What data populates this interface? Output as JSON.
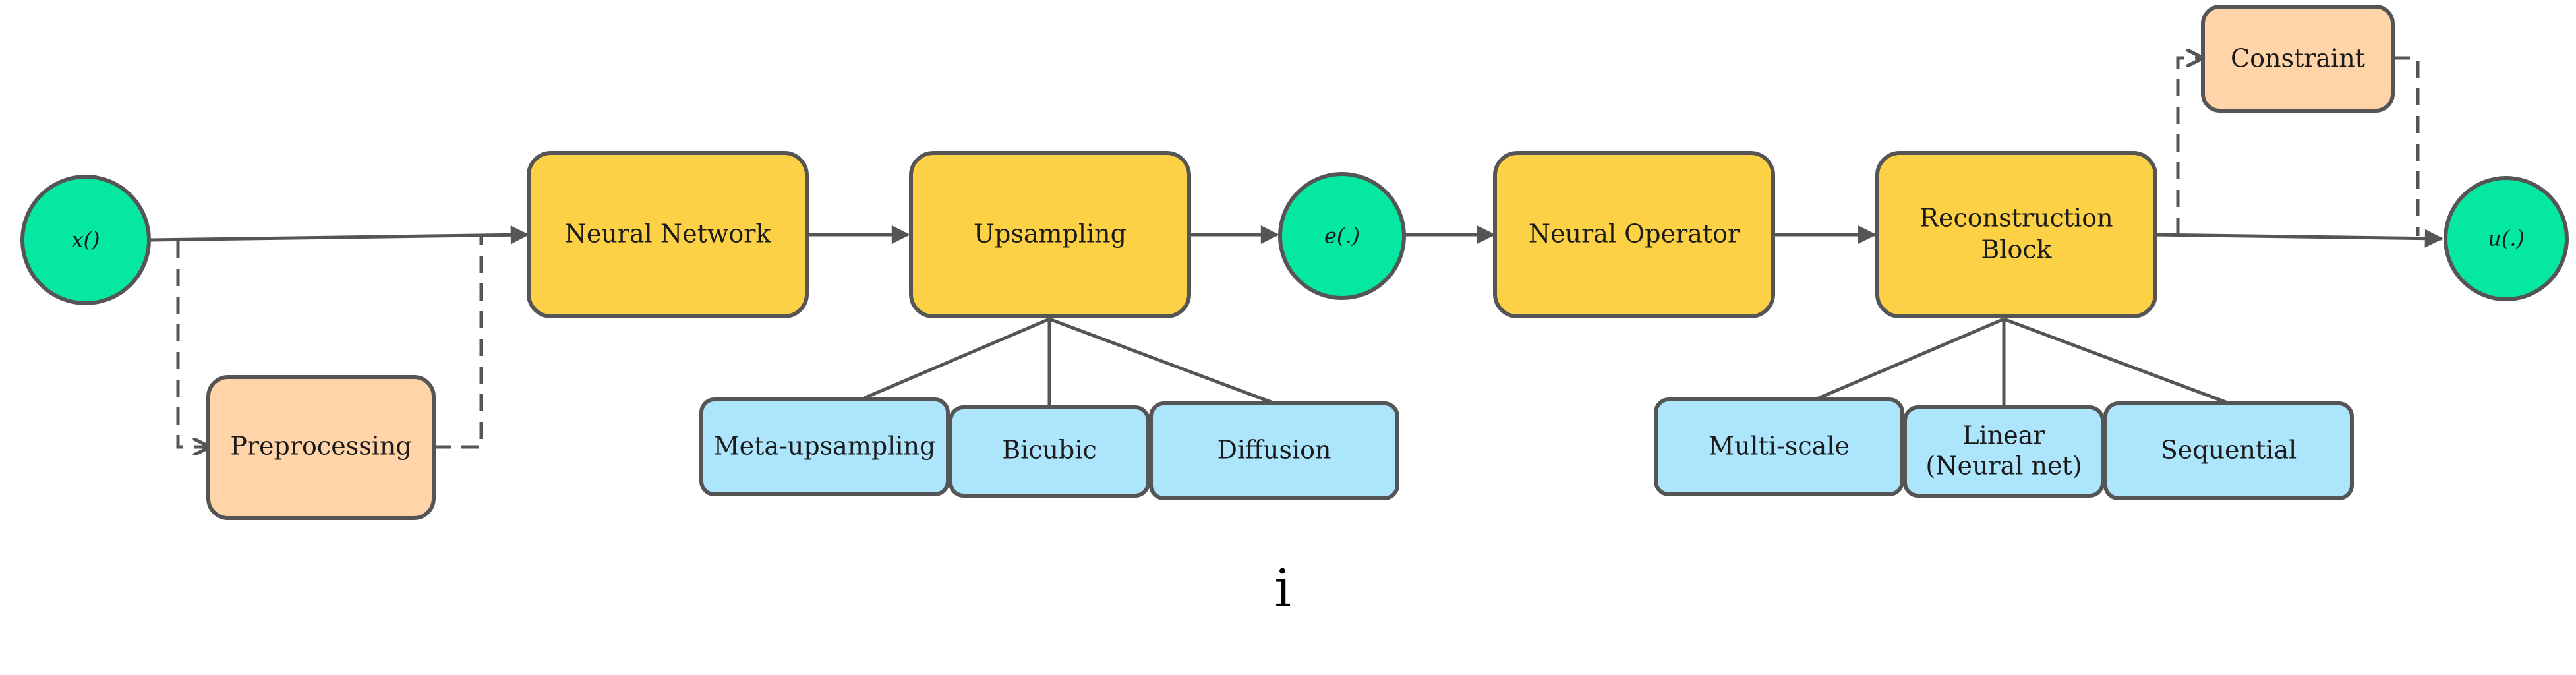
{
  "colors": {
    "io_node": "#05E8A2",
    "main_block": "#FDD145",
    "optional_block": "#FFD4A8",
    "option_block": "#ADE6FC",
    "outline": "#555555"
  },
  "nodes": {
    "input": "x()",
    "preprocessing": "Preprocessing",
    "neural_network": "Neural Network",
    "upsampling": "Upsampling",
    "encoded": "e(.)",
    "neural_operator": "Neural Operator",
    "reconstruction_line1": "Reconstruction",
    "reconstruction_line2": "Block",
    "constraint": "Constraint",
    "output": "u(.)"
  },
  "upsampling_options": {
    "meta": "Meta-upsampling",
    "bicubic": "Bicubic",
    "diffusion": "Diffusion"
  },
  "reconstruction_options": {
    "multiscale": "Multi-scale",
    "linear_line1": "Linear",
    "linear_line2": "(Neural net)",
    "sequential": "Sequential"
  },
  "caption": "i"
}
